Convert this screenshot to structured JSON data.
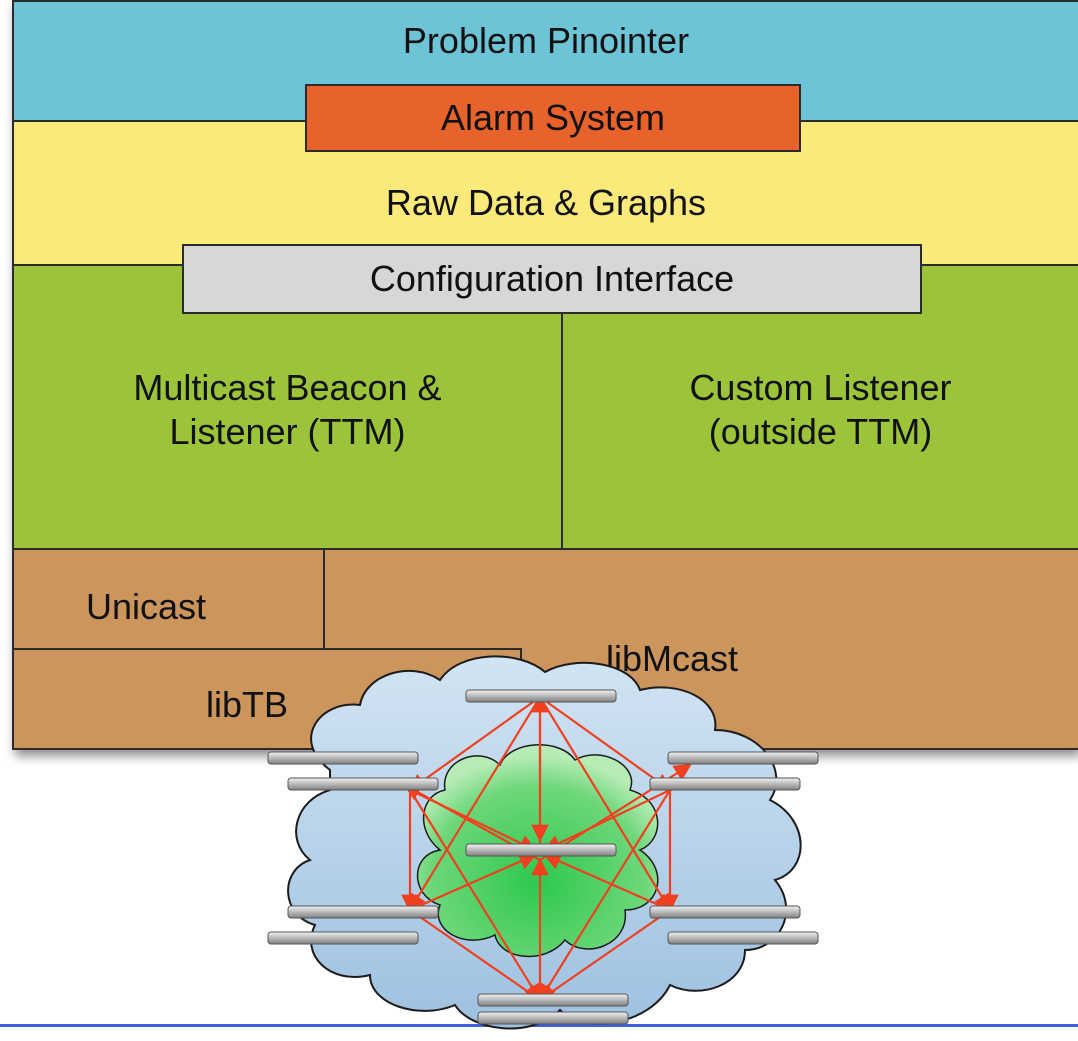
{
  "diagram": {
    "layers": {
      "problem_pinointer": "Problem Pinointer",
      "alarm_system": "Alarm System",
      "raw_data_graphs": "Raw Data & Graphs",
      "configuration_interface": "Configuration Interface",
      "multicast_beacon": "Multicast Beacon &\nListener (TTM)",
      "custom_listener": "Custom Listener\n(outside TTM)",
      "unicast": "Unicast",
      "libmcast": "libMcast",
      "libtb": "libTB"
    },
    "colors": {
      "blue_layer": "#6cc4d6",
      "alarm": "#e8622c",
      "yellow_layer": "#fbe97a",
      "config": "#d9d6d6",
      "green_layer": "#9bc43a",
      "brown_layer": "#cb955c",
      "cloud_outer": "#b9d5ec",
      "cloud_inner": "#38cc58",
      "arrows": "#f0401f",
      "bottom_rule": "#3d5fe0"
    },
    "network_icon": "network-cloud-icon"
  }
}
